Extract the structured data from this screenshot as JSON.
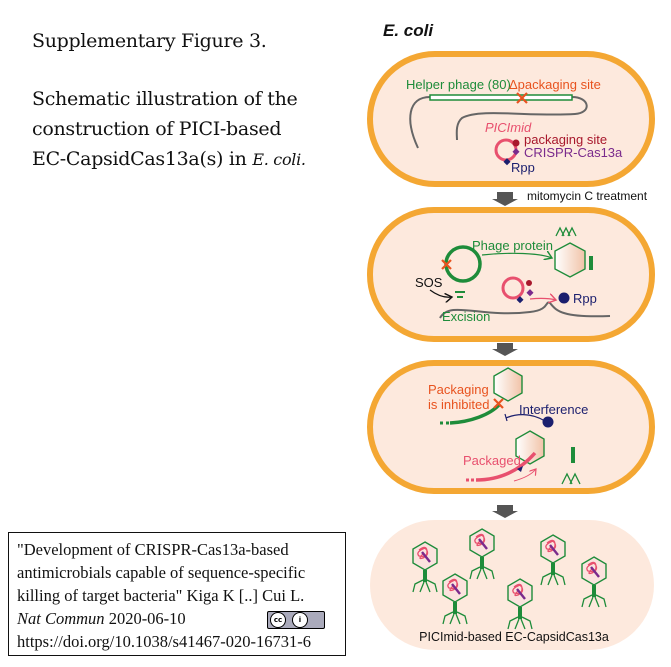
{
  "caption": {
    "figure_label": "Supplementary Figure 3.",
    "lines": [
      "Schematic illustration of the",
      "construction of PICI-based",
      "EC-CapsidCas13a(s) in "
    ],
    "italic_tail": "E. coli."
  },
  "citation": {
    "line1": "\"Development of CRISPR-Cas13a-based",
    "line2": "antimicrobials capable of sequence-specific",
    "line3": "killing of target bacteria\"  Kiga K [..] Cui L.",
    "journal": "Nat Commun",
    "date": " 2020-06-10",
    "doi": "https://doi.org/10.1038/s41467-020-16731-6",
    "license_badge": "cc-by-icon"
  },
  "diagram": {
    "organism": "E. coli",
    "step_arrow_label": "mitomycin C treatment",
    "cell1": {
      "helper_phage": "Helper phage (80)",
      "deleted_site": "Δpackaging site",
      "plasmid": "PICImid",
      "packaging_site": "packaging site",
      "crispr": "CRISPR-Cas13a",
      "rpp": "Rpp"
    },
    "cell2": {
      "phage_protein": "Phage protein",
      "sos": "SOS",
      "excision": "Excision",
      "rpp": "Rpp"
    },
    "cell3": {
      "packaging_inhibited_1": "Packaging",
      "packaging_inhibited_2": "is inhibited",
      "interference": "Interference",
      "packaged": "Packaged"
    },
    "cell4": {
      "product": "PICImid-based EC-CapsidCas13a"
    },
    "colors": {
      "cell_outline": "#f4a733",
      "cell_fill": "#fde9dd",
      "phage_green": "#1e8c3a",
      "deletion_orange": "#e8531f",
      "plasmid_pink": "#e8506e",
      "rpp_navy": "#1b1f6e",
      "crispr_purple": "#7a2a8c",
      "packaging_red": "#a8182c"
    }
  }
}
